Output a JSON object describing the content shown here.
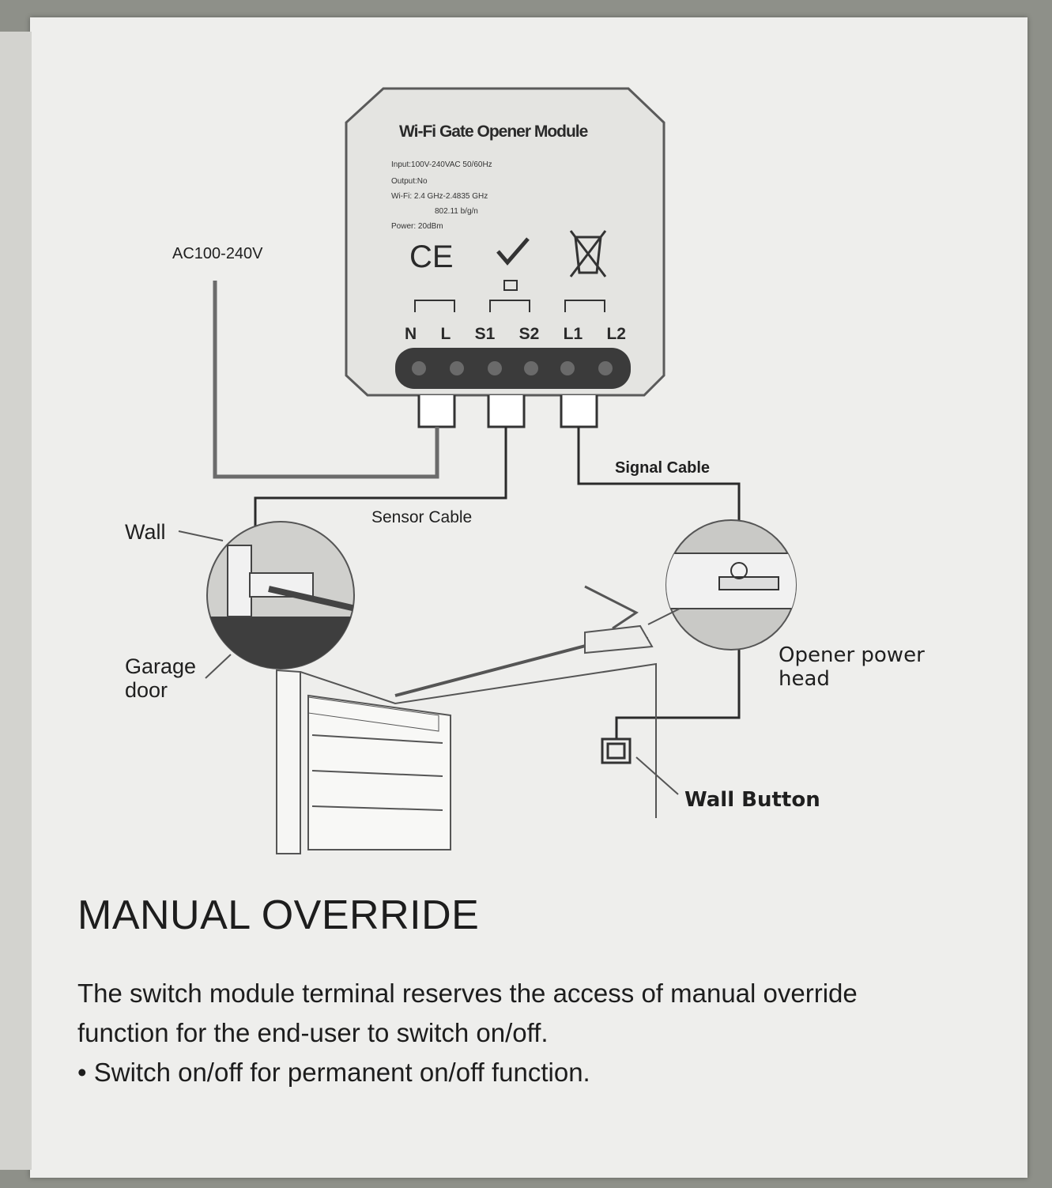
{
  "module": {
    "title": "Wi-Fi Gate Opener Module",
    "specs": [
      "Input:100V-240VAC 50/60Hz",
      "Output:No",
      "Wi-Fi: 2.4 GHz-2.4835 GHz",
      "802.11 b/g/n",
      "Power: 20dBm"
    ],
    "ce_mark": "CE",
    "terminals": [
      "N",
      "L",
      "S1",
      "S2",
      "L1",
      "L2"
    ]
  },
  "labels": {
    "ac_supply": "AC100-240V",
    "signal_cable": "Signal Cable",
    "sensor_cable": "Sensor Cable",
    "wall": "Wall",
    "garage_door": "Garage\ndoor",
    "opener_power_head": "Opener power\nhead",
    "wall_button": "Wall Button"
  },
  "section": {
    "heading": "MANUAL OVERRIDE",
    "paragraph": "The switch module terminal reserves the access of manual override function for the end-user to switch on/off.",
    "bullet": "• Switch on/off for permanent on/off function."
  }
}
